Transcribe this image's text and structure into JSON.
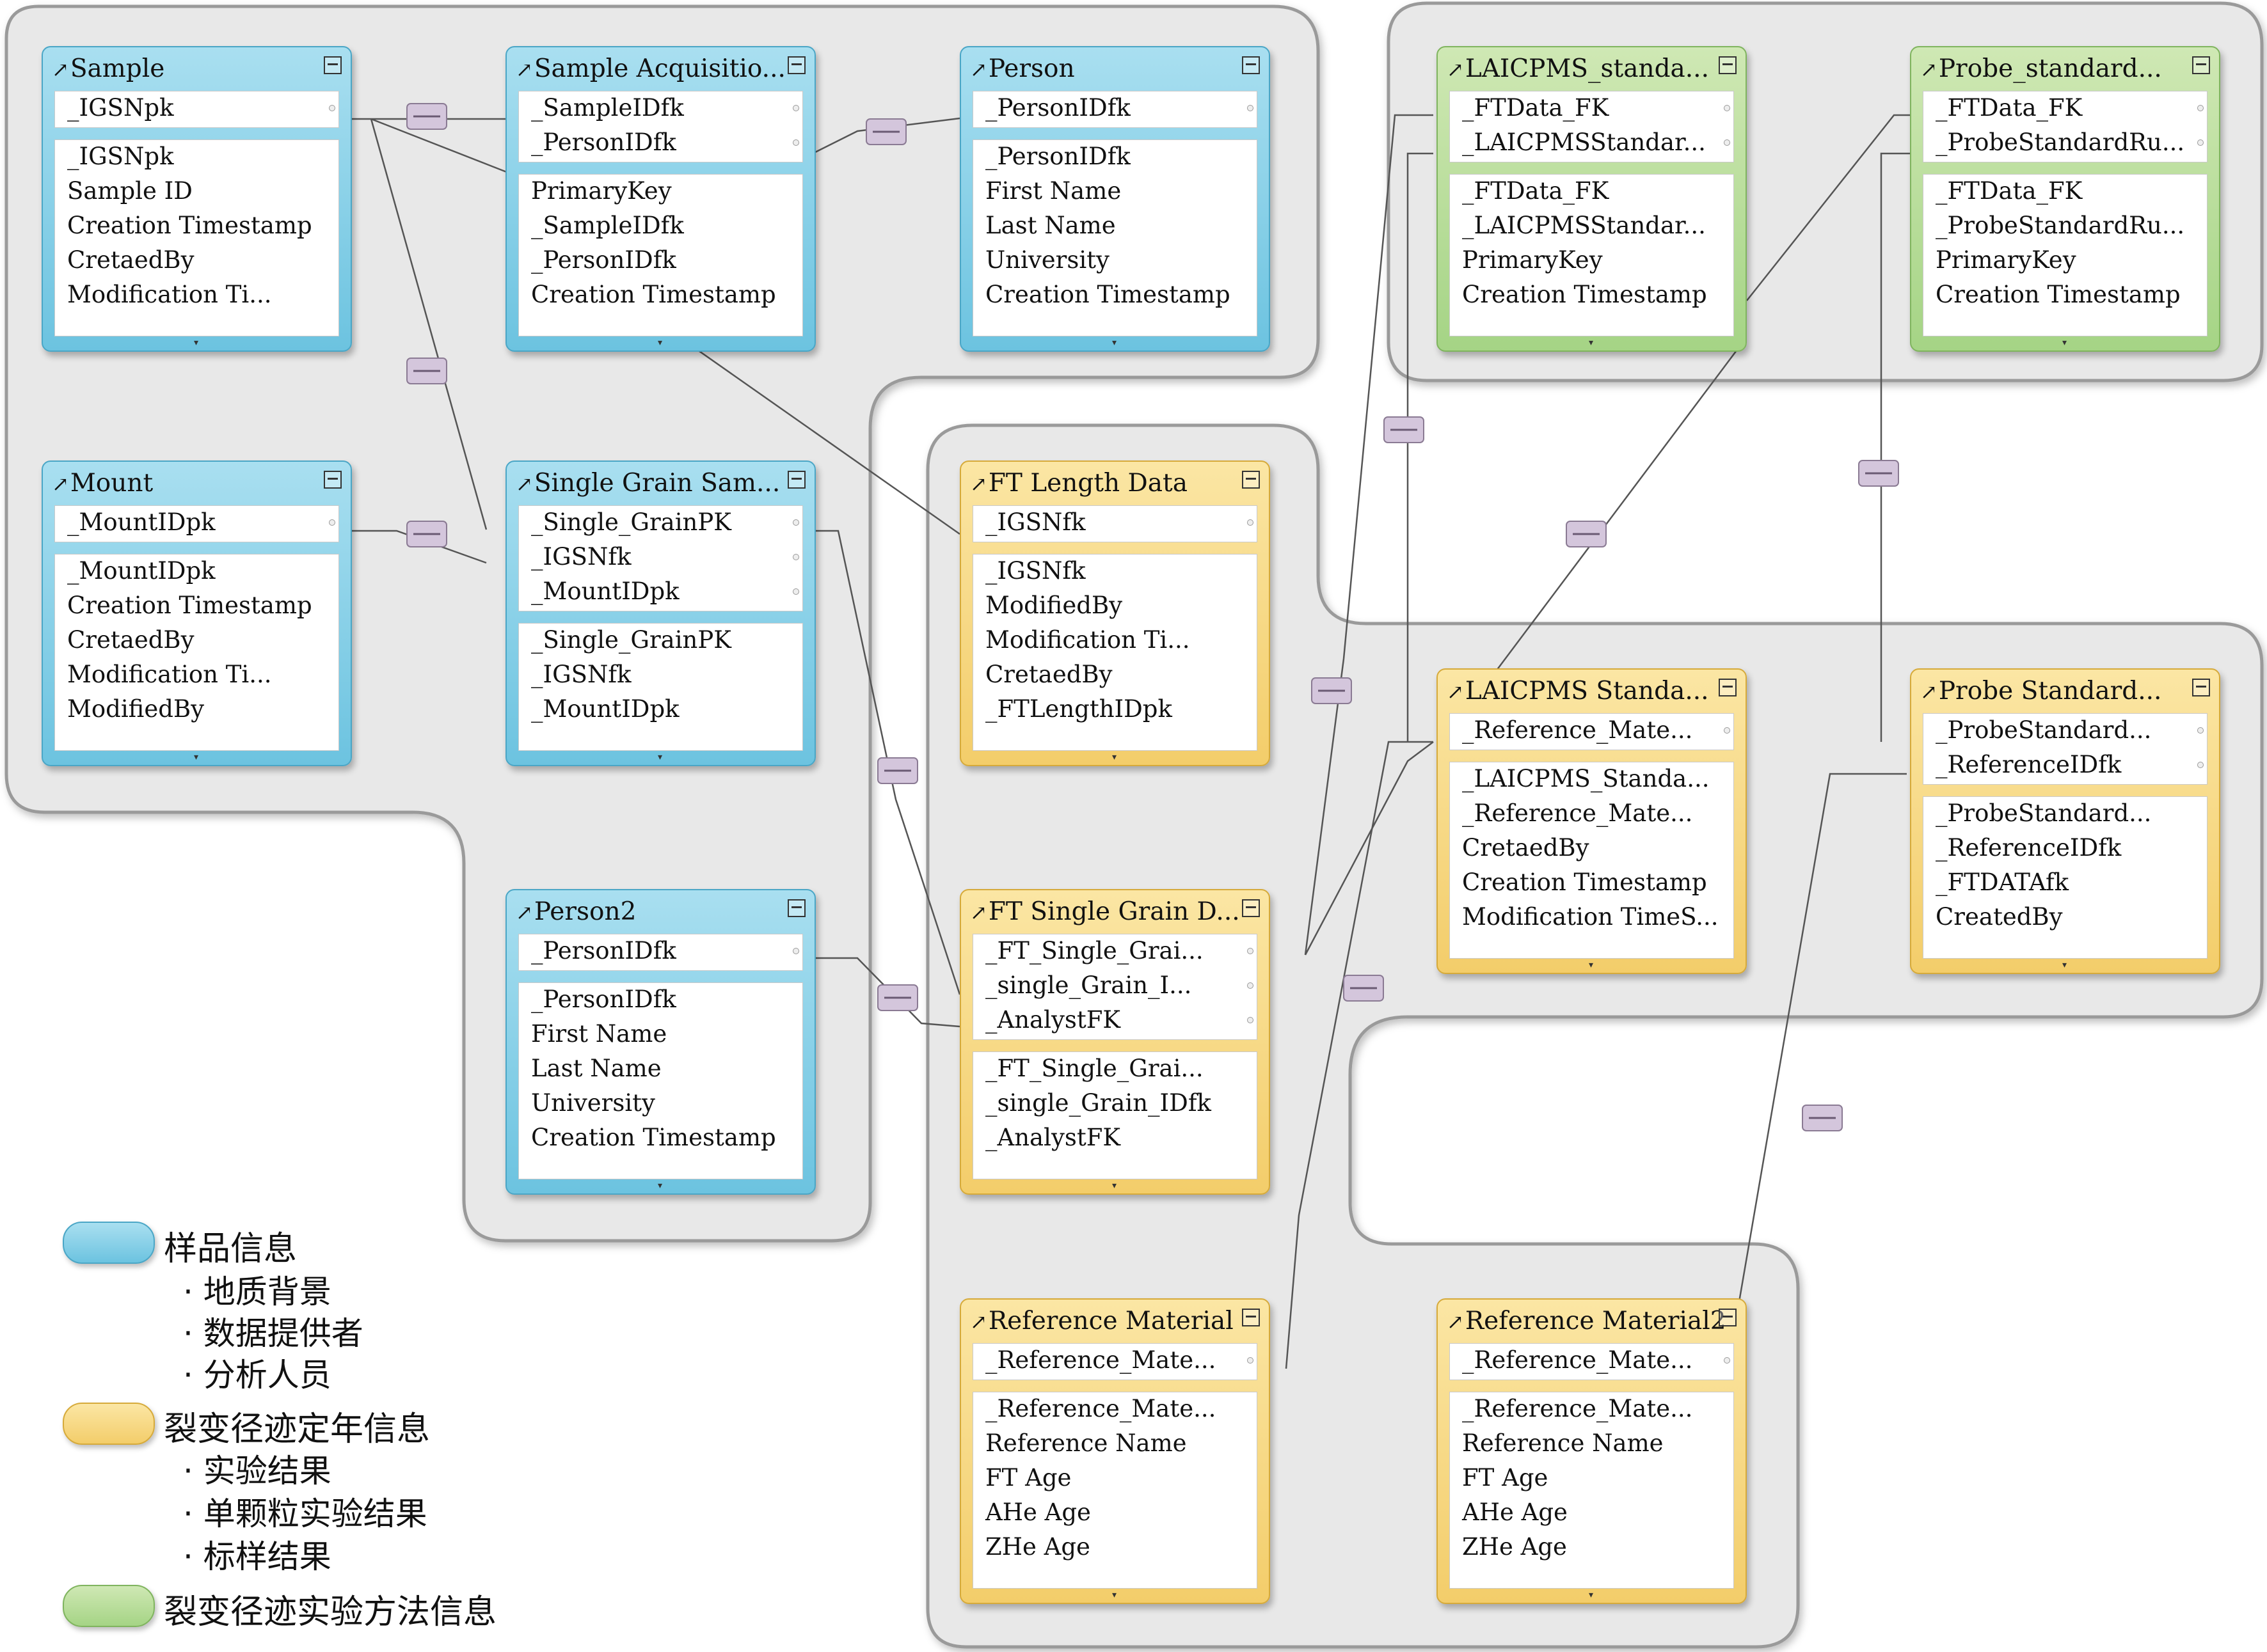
{
  "tables": [
    {
      "id": "sample",
      "title": "Sample",
      "color": "blue",
      "keys": [
        "_IGSNpk"
      ],
      "fields": [
        "_IGSNpk",
        "Sample ID",
        "Creation Timestamp",
        "CretaedBy",
        "Modification Ti..."
      ]
    },
    {
      "id": "sample-acq",
      "title": "Sample Acquisitio...",
      "color": "blue",
      "keys": [
        "_SampleIDfk",
        "_PersonIDfk"
      ],
      "fields": [
        "PrimaryKey",
        "_SampleIDfk",
        "_PersonIDfk",
        "Creation Timestamp"
      ]
    },
    {
      "id": "person",
      "title": "Person",
      "color": "blue",
      "keys": [
        "_PersonIDfk"
      ],
      "fields": [
        "_PersonIDfk",
        "First Name",
        "Last Name",
        "University",
        "Creation Timestamp"
      ]
    },
    {
      "id": "mount",
      "title": "Mount",
      "color": "blue",
      "keys": [
        "_MountIDpk"
      ],
      "fields": [
        "_MountIDpk",
        "Creation Timestamp",
        "CretaedBy",
        "Modification Ti...",
        "ModifiedBy"
      ]
    },
    {
      "id": "single-grain",
      "title": "Single Grain Sam...",
      "color": "blue",
      "keys": [
        "_Single_GrainPK",
        "_IGSNfk",
        "_MountIDpk"
      ],
      "fields": [
        "_Single_GrainPK",
        "_IGSNfk",
        "_MountIDpk"
      ]
    },
    {
      "id": "person2",
      "title": "Person2",
      "color": "blue",
      "keys": [
        "_PersonIDfk"
      ],
      "fields": [
        "_PersonIDfk",
        "First Name",
        "Last Name",
        "University",
        "Creation Timestamp"
      ]
    },
    {
      "id": "ft-length",
      "title": "FT Length Data",
      "color": "yellow",
      "keys": [
        "_IGSNfk"
      ],
      "fields": [
        "_IGSNfk",
        "ModifiedBy",
        "Modification Ti...",
        "CretaedBy",
        "_FTLengthIDpk"
      ]
    },
    {
      "id": "ft-single",
      "title": "FT Single Grain D...",
      "color": "yellow",
      "keys": [
        "_FT_Single_Grai...",
        "_single_Grain_I...",
        "_AnalystFK"
      ],
      "fields": [
        "_FT_Single_Grai...",
        "_single_Grain_IDfk",
        "_AnalystFK"
      ]
    },
    {
      "id": "ref1",
      "title": "Reference Material",
      "color": "yellow",
      "keys": [
        "_Reference_Mate..."
      ],
      "fields": [
        "_Reference_Mate...",
        "Reference Name",
        "FT Age",
        "AHe Age",
        "ZHe Age"
      ]
    },
    {
      "id": "ref2",
      "title": "Reference Material2",
      "color": "yellow",
      "keys": [
        "_Reference_Mate..."
      ],
      "fields": [
        "_Reference_Mate...",
        "Reference Name",
        "FT Age",
        "AHe Age",
        "ZHe Age"
      ]
    },
    {
      "id": "laicpms-std",
      "title": "LAICPMS Standa...",
      "color": "yellow",
      "keys": [
        "_Reference_Mate..."
      ],
      "fields": [
        "_LAICPMS_Standa...",
        "_Reference_Mate...",
        "CretaedBy",
        "Creation Timestamp",
        "Modification TimeS..."
      ]
    },
    {
      "id": "probe-std",
      "title": "Probe Standard...",
      "color": "yellow",
      "keys": [
        "_ProbeStandard...",
        "_ReferenceIDfk"
      ],
      "fields": [
        "_ProbeStandard...",
        "_ReferenceIDfk",
        "_FTDATAfk",
        "CreatedBy"
      ]
    },
    {
      "id": "laicpms-green",
      "title": "LAICPMS_standa...",
      "color": "green",
      "keys": [
        "_FTData_FK",
        "_LAICPMSStandar..."
      ],
      "fields": [
        "_FTData_FK",
        "_LAICPMSStandar...",
        "PrimaryKey",
        "Creation Timestamp"
      ]
    },
    {
      "id": "probe-green",
      "title": "Probe_standard...",
      "color": "green",
      "keys": [
        "_FTData_FK",
        "_ProbeStandardRu..."
      ],
      "fields": [
        "_FTData_FK",
        "_ProbeStandardRu...",
        "PrimaryKey",
        "Creation Timestamp"
      ]
    }
  ],
  "legend": {
    "blue_label": "样品信息",
    "blue_items": [
      "· 地质背景",
      "· 数据提供者",
      "· 分析人员"
    ],
    "yellow_label": "裂变径迹定年信息",
    "yellow_items": [
      "· 实验结果",
      "· 单颗粒实验结果",
      "· 标样结果"
    ],
    "green_label": "裂变径迹实验方法信息"
  },
  "colors": {
    "blue": "#6cc3e0",
    "yellow": "#f3cd6a",
    "green": "#a5d485",
    "group_bg": "#e6e6e6"
  }
}
